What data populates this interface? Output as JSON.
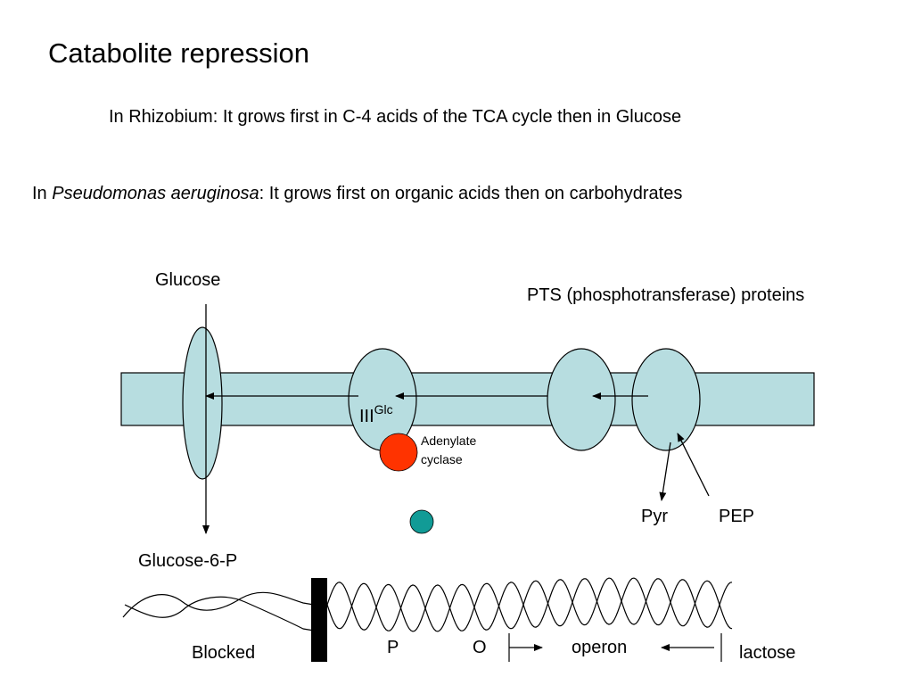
{
  "slide": {
    "title": "Catabolite repression",
    "rhizobium_text": "In Rhizobium: It grows first in C-4 acids of the TCA cycle then in Glucose",
    "pseudomonas": {
      "prefix": "In ",
      "organism": "Pseudomonas aeruginosa",
      "suffix": ": It grows first on organic acids then on carbohydrates"
    }
  },
  "diagram": {
    "glucose": "Glucose",
    "glucose_6_p": "Glucose-6-P",
    "pts_proteins": "PTS (phosphotransferase) proteins",
    "iii_glc": {
      "main": "III",
      "superscript": "Glc"
    },
    "adenylate_cyclase": {
      "line1": "Adenylate",
      "line2": "cyclase"
    },
    "pyr": "Pyr",
    "pep": "PEP",
    "dna": {
      "blocked": "Blocked",
      "p": "P",
      "o": "O",
      "operon": "operon",
      "lactose": "lactose"
    },
    "colors": {
      "membrane": "#b7dde0",
      "protein": "#b7dde0",
      "adenylate_cyclase": "#ff3300",
      "camp": "#119b96",
      "blocker": "#000000"
    }
  }
}
